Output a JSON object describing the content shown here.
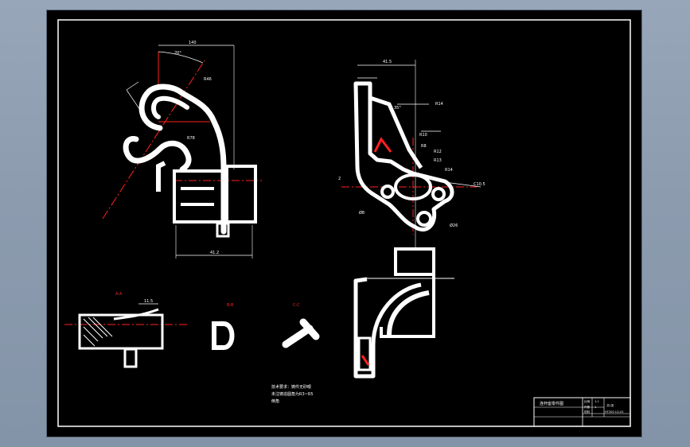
{
  "drawing": {
    "dims": {
      "top_width": "140",
      "angle": "20°",
      "radius_upper": "R46",
      "radius_arc": "R78",
      "base_width": "41.2",
      "right_top_width": "41.5",
      "angle_right": "35°",
      "r_a": "R14",
      "r_b": "R10",
      "r_c": "R8",
      "r_d": "R12",
      "r_e": "R13",
      "r_f": "R14",
      "hole": "Ø8",
      "bore": "Ø26",
      "slot": "C10.5",
      "left_note": "2"
    },
    "sections": {
      "a_label": "A-A",
      "a_dim": "11.5",
      "b_label": "B-B",
      "c_label": "C-C"
    },
    "notes": {
      "line1": "技术要求：铸件无砂眼",
      "line2": "未注铸造圆角为R3~R5",
      "line3": "倒角"
    },
    "title_block": {
      "part_name": "连杆座零件图",
      "scale_label": "比例",
      "scale_value": "1:1",
      "qty_label": "件数",
      "qty_value": "1",
      "material_label": "材料",
      "material_value": "HT200",
      "drawing_no": "LG-01",
      "sheet": "共1张"
    }
  },
  "colors": {
    "background": "#000000",
    "outline": "#ffffff",
    "center_line": "#ff2020",
    "hatch": "#ff2020"
  }
}
